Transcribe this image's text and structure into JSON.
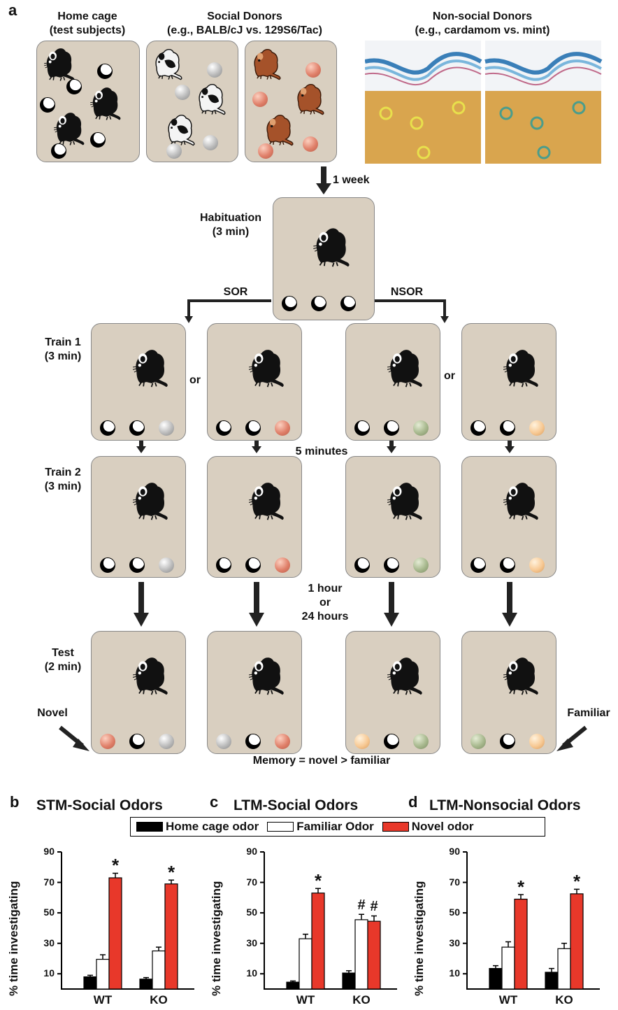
{
  "panel_a": {
    "letter": "a",
    "home_cage": {
      "title": "Home cage",
      "subtitle": "(test subjects)"
    },
    "social_donors": {
      "title": "Social Donors",
      "subtitle": "(e.g., BALB/cJ vs. 129S6/Tac)"
    },
    "nonsocial_donors": {
      "title": "Non-social Donors",
      "subtitle": "(e.g., cardamom vs. mint)"
    },
    "arrow_1week": "1 week",
    "habituation": {
      "title": "Habituation",
      "subtitle": "(3 min)"
    },
    "branch_left": "SOR",
    "branch_right": "NSOR",
    "train1": {
      "title": "Train 1",
      "subtitle": "(3 min)"
    },
    "train2": {
      "title": "Train 2",
      "subtitle": "(3 min)"
    },
    "test": {
      "title": "Test",
      "subtitle": "(2 min)"
    },
    "or_label": "or",
    "interval_5min": "5 minutes",
    "interval_long": {
      "line1": "1 hour",
      "line2": "or",
      "line3": "24 hours"
    },
    "novel_label": "Novel",
    "familiar_label": "Familiar",
    "memory_rule": "Memory = novel > familiar",
    "colors": {
      "box": "#d9cfc0",
      "silver": "#bbbbbb",
      "salmon": "#e0806a",
      "green": "#a7b88d",
      "peach": "#f7c994"
    }
  },
  "legend": {
    "items": [
      "Home cage odor",
      "Familiar Odor",
      "Novel odor"
    ],
    "colors": [
      "#000000",
      "#ffffff",
      "#e8382a"
    ]
  },
  "chart_data": [
    {
      "letter": "b",
      "type": "bar",
      "title": "STM-Social Odors",
      "ylabel": "% time investigating",
      "categories": [
        "WT",
        "KO"
      ],
      "yticks": [
        10,
        30,
        50,
        70,
        90
      ],
      "ylim": [
        0,
        90
      ],
      "series": [
        {
          "name": "Home cage odor",
          "values": [
            8,
            6.5
          ],
          "errors": [
            1,
            1
          ]
        },
        {
          "name": "Familiar Odor",
          "values": [
            19.5,
            25
          ],
          "errors": [
            3,
            2.5
          ]
        },
        {
          "name": "Novel odor",
          "values": [
            73,
            69
          ],
          "errors": [
            3,
            2.5
          ]
        }
      ],
      "annotations": [
        {
          "category": "WT",
          "series": "Novel odor",
          "mark": "*"
        },
        {
          "category": "KO",
          "series": "Novel odor",
          "mark": "*"
        }
      ]
    },
    {
      "letter": "c",
      "type": "bar",
      "title": "LTM-Social Odors",
      "ylabel": "% time investigating",
      "categories": [
        "WT",
        "KO"
      ],
      "yticks": [
        10,
        30,
        50,
        70,
        90
      ],
      "ylim": [
        0,
        90
      ],
      "series": [
        {
          "name": "Home cage odor",
          "values": [
            4.5,
            10.5
          ],
          "errors": [
            0.8,
            1.5
          ]
        },
        {
          "name": "Familiar Odor",
          "values": [
            33,
            45.5
          ],
          "errors": [
            3,
            3.5
          ]
        },
        {
          "name": "Novel odor",
          "values": [
            63,
            44.5
          ],
          "errors": [
            3,
            3.5
          ]
        }
      ],
      "annotations": [
        {
          "category": "WT",
          "series": "Novel odor",
          "mark": "*"
        },
        {
          "category": "KO",
          "series": "Familiar Odor",
          "mark": "#"
        },
        {
          "category": "KO",
          "series": "Novel odor",
          "mark": "#"
        }
      ]
    },
    {
      "letter": "d",
      "type": "bar",
      "title": "LTM-Nonsocial Odors",
      "ylabel": "% time investigating",
      "categories": [
        "WT",
        "KO"
      ],
      "yticks": [
        10,
        30,
        50,
        70,
        90
      ],
      "ylim": [
        0,
        90
      ],
      "series": [
        {
          "name": "Home cage odor",
          "values": [
            13.5,
            11
          ],
          "errors": [
            1.8,
            2.5
          ]
        },
        {
          "name": "Familiar Odor",
          "values": [
            27.5,
            26.5
          ],
          "errors": [
            3.5,
            3.5
          ]
        },
        {
          "name": "Novel odor",
          "values": [
            59,
            62.5
          ],
          "errors": [
            3,
            3
          ]
        }
      ],
      "annotations": [
        {
          "category": "WT",
          "series": "Novel odor",
          "mark": "*"
        },
        {
          "category": "KO",
          "series": "Novel odor",
          "mark": "*"
        }
      ]
    }
  ]
}
